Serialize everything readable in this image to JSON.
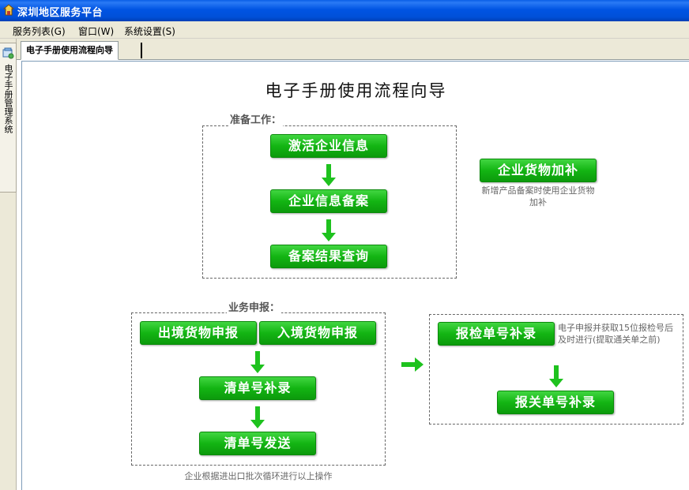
{
  "window": {
    "title": "深圳地区服务平台",
    "icon": "app-logo-icon"
  },
  "menubar": {
    "items": [
      {
        "label": "服务列表(G)"
      },
      {
        "label": "窗口(W)"
      },
      {
        "label": "系统设置(S)"
      }
    ]
  },
  "sidebar": {
    "tab_label": "电子手册管理系统",
    "tab_icon": "module-icon"
  },
  "tabs": [
    {
      "label": "电子手册使用流程向导",
      "active": true
    }
  ],
  "page": {
    "title": "电子手册使用流程向导",
    "prepare": {
      "label": "准备工作：",
      "steps": [
        "激活企业信息",
        "企业信息备案",
        "备案结果查询"
      ]
    },
    "supplement": {
      "button": "企业货物加补",
      "note": "新增产品备案时使用企业货物加补"
    },
    "declare": {
      "label": "业务申报：",
      "outbound": "出境货物申报",
      "inbound": "入境货物申报",
      "steps": [
        "清单号补录",
        "清单号发送"
      ],
      "note": "企业根据进出口批次循环进行以上操作"
    },
    "followup": {
      "inspection": "报检单号补录",
      "inspection_note": "电子申报并获取15位报检号后及时进行(提取通关单之前)",
      "customs": "报关单号补录"
    }
  },
  "colors": {
    "accent_green": "#13b513",
    "titlebar_blue": "#0054e3",
    "arrow_green": "#1ec21e"
  }
}
